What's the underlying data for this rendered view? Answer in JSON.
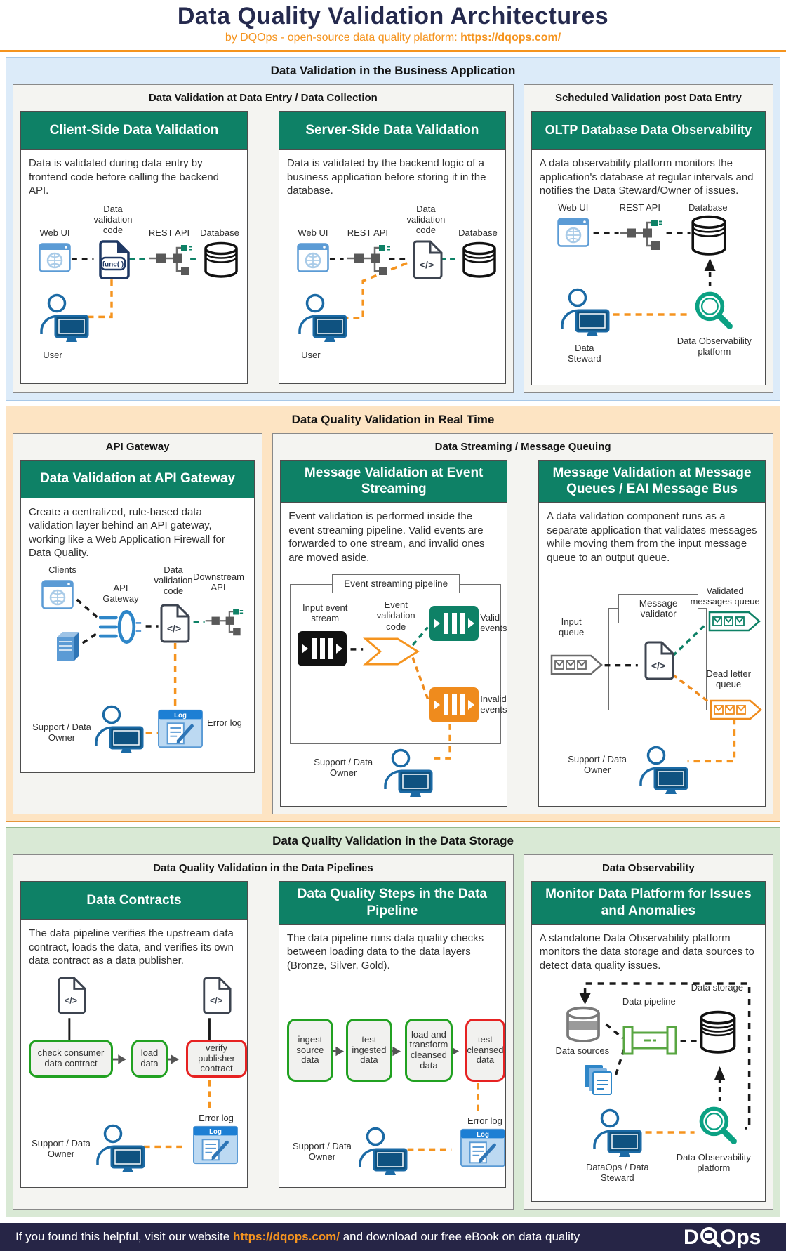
{
  "colors": {
    "accent_orange": "#f5941f",
    "teal_header": "#0e8166",
    "navy": "#252a4e",
    "valid_teal": "#0e8166",
    "invalid_orange": "#ef8b1d",
    "step_green": "#21a121",
    "step_red": "#e62222",
    "wire_black": "#1a1a1a"
  },
  "header": {
    "title": "Data Quality Validation Architectures",
    "subtitle_prefix": "by DQOps - open-source data quality platform: ",
    "subtitle_link": "https://dqops.com/"
  },
  "business": {
    "title": "Data Validation in the Business Application",
    "entry_panel": {
      "title": "Data Validation at Data Entry / Data Collection",
      "client_card": {
        "title": "Client-Side Data Validation",
        "desc": "Data is validated during data entry by frontend code before calling the backend API.",
        "web_ui": "Web UI",
        "validation_code": "Data validation code",
        "func": "func( )",
        "rest_api": "REST API",
        "database": "Database",
        "user": "User"
      },
      "server_card": {
        "title": "Server-Side Data Validation",
        "desc": "Data is validated by the backend logic of a business application before storing it in the database.",
        "web_ui": "Web UI",
        "rest_api": "REST API",
        "validation_code": "Data validation code",
        "code_glyph": "</>",
        "database": "Database",
        "user": "User"
      }
    },
    "scheduled_panel": {
      "title": "Scheduled Validation post Data Entry",
      "oltp_card": {
        "title": "OLTP Database Data Observability",
        "desc": "A data observability platform monitors the application's database at regular intervals and notifies the Data Steward/Owner of issues.",
        "web_ui": "Web UI",
        "rest_api": "REST API",
        "database": "Database",
        "data_steward": "Data Steward",
        "observability": "Data Observability platform"
      }
    }
  },
  "realtime": {
    "title": "Data Quality Validation in Real Time",
    "gateway_panel": {
      "title": "API Gateway",
      "card": {
        "title": "Data Validation at API Gateway",
        "desc": "Create a centralized, rule-based data validation layer behind an API gateway, working like a Web Application Firewall for Data Quality.",
        "clients": "Clients",
        "api_gateway": "API Gateway",
        "validation_code": "Data validation code",
        "code_glyph": "</>",
        "downstream_api": "Downstream API",
        "support": "Support / Data Owner",
        "error_log": "Error log",
        "log": "Log"
      }
    },
    "streaming_panel": {
      "title": "Data Streaming / Message Queuing",
      "event_card": {
        "title": "Message Validation at Event Streaming",
        "desc": "Event validation is performed inside the event streaming pipeline. Valid events are forwarded to one stream, and invalid ones are moved aside.",
        "pipeline_box": "Event streaming pipeline",
        "input_stream": "Input event stream",
        "validation_code": "Event validation code",
        "valid_events": "Valid events",
        "invalid_events": "Invalid events",
        "support": "Support / Data Owner"
      },
      "queue_card": {
        "title": "Message Validation at Message Queues / EAI Message Bus",
        "desc": "A data validation component runs as a separate application that validates messages while moving them from the input message queue to an output queue.",
        "input_queue": "Input queue",
        "validator": "Message validator",
        "code_glyph": "</>",
        "validated_queue": "Validated messages queue",
        "dead_letter": "Dead letter queue",
        "support": "Support / Data Owner"
      }
    }
  },
  "storage": {
    "title": "Data Quality Validation in the Data Storage",
    "pipelines_panel": {
      "title": "Data Quality Validation in the Data Pipelines",
      "contracts_card": {
        "title": "Data Contracts",
        "desc": "The data pipeline verifies the upstream data contract, loads the data, and verifies its own data contract as a data publisher.",
        "code_glyph": "</>",
        "steps": [
          "check consumer data contract",
          "load data",
          "verify publisher contract"
        ],
        "error_log": "Error log",
        "log": "Log",
        "support": "Support / Data Owner"
      },
      "steps_card": {
        "title": "Data Quality Steps in the Data Pipeline",
        "desc": "The data pipeline runs data quality checks between loading data to the data layers (Bronze, Silver, Gold).",
        "steps": [
          "ingest source data",
          "test ingested data",
          "load and transform cleansed data",
          "test cleansed data"
        ],
        "error_log": "Error log",
        "log": "Log",
        "support": "Support / Data Owner"
      }
    },
    "observability_panel": {
      "title": "Data Observability",
      "monitor_card": {
        "title": "Monitor Data Platform for Issues and Anomalies",
        "desc": "A standalone Data Observability platform monitors the data storage and data sources to detect data quality issues.",
        "data_sources": "Data sources",
        "data_pipeline": "Data pipeline",
        "data_storage": "Data storage",
        "dataops": "DataOps / Data Steward",
        "observability": "Data Observability platform"
      }
    }
  },
  "footer": {
    "text_prefix": "If you found this helpful, visit our website ",
    "link": "https://dqops.com/",
    "text_suffix": " and download our free eBook on data quality",
    "logo_d": "D",
    "logo_ops": "Ops"
  }
}
